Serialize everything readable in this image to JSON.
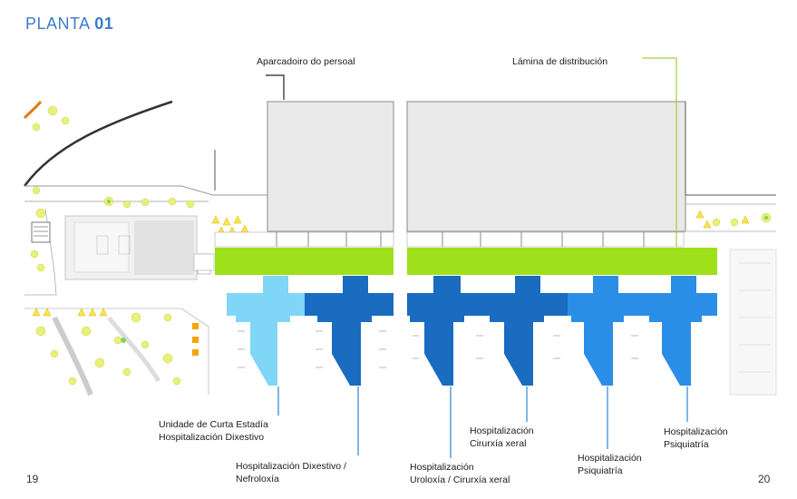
{
  "header": {
    "title_prefix": "PLANTA ",
    "title_number": "01"
  },
  "labels": {
    "staff_parking": "Aparcadoiro do persoal",
    "distribution_slab": "Lámina de distribución",
    "short_stay_line1": "Unidade de Curta Estadía",
    "short_stay_line2": "Hospitalización Dixestivo",
    "digestive_line1": "Hospitalización Dixestivo /",
    "digestive_line2": "Nefroloxía",
    "urology_line1": "Hospitalización",
    "urology_line2": "Uroloxía / Cirurxía xeral",
    "surgery_line1": "Hospitalización",
    "surgery_line2": "Cirurxía xeral",
    "psych_a_line1": "Hospitalización",
    "psych_a_line2": "Psiquiatría",
    "psych_b_line1": "Hospitalización",
    "psych_b_line2": "Psiquiatría"
  },
  "page_numbers": {
    "left": "19",
    "right": "20"
  },
  "colors": {
    "title": "#3d7cc9",
    "distribution_slab": "#9ee01a",
    "wing_light_cyan": "#7fd6f7",
    "wing_dark_blue": "#1a6cc0",
    "wing_mid_blue": "#2b8ee6",
    "leader_blue": "#2a86d6",
    "leader_green": "#9fd43a",
    "building_grey": "#e9e9e9"
  }
}
